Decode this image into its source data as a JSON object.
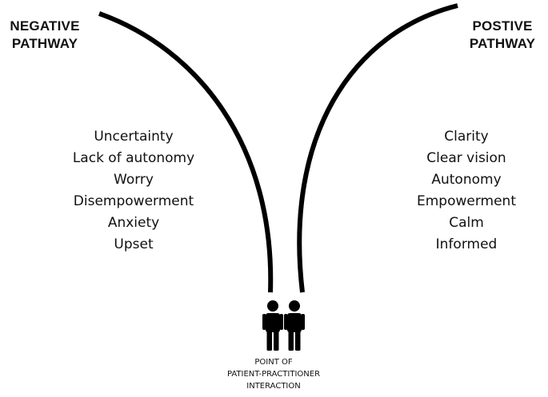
{
  "negative": {
    "heading_line1": "NEGATIVE",
    "heading_line2": "PATHWAY",
    "items": [
      "Uncertainty",
      "Lack of autonomy",
      "Worry",
      "Disempowerment",
      "Anxiety",
      "Upset"
    ]
  },
  "positive": {
    "heading_line1": "POSTIVE",
    "heading_line2": "PATHWAY",
    "items": [
      "Clarity",
      "Clear vision",
      "Autonomy",
      "Empowerment",
      "Calm",
      "Informed"
    ]
  },
  "point": {
    "line1": "POINT OF",
    "line2": "PATIENT-PRACTITIONER",
    "line3": "INTERACTION",
    "icon": "two-people-icon"
  },
  "colors": {
    "stroke": "#000000",
    "text": "#111111",
    "background": "#ffffff"
  }
}
